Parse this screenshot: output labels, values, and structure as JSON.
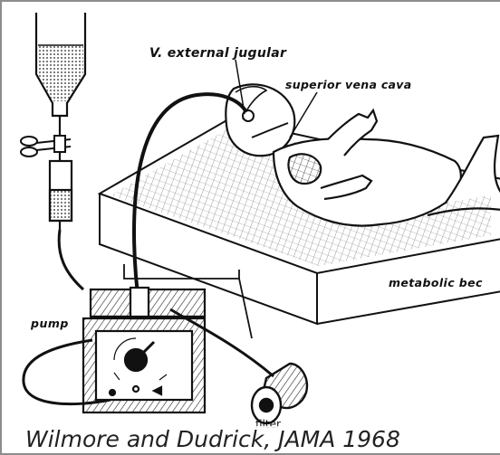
{
  "labels": {
    "external_jugular": "V. external jugular",
    "superior_vena_cava": "superior vena cava",
    "metabolic_bed": "metabolic bec",
    "pump": "pump",
    "filter": "filter"
  },
  "caption": "Wilmore and Dudrick, JAMA 1968",
  "colors": {
    "ink": "#111111",
    "border": "#8c8c8c",
    "background": "#ffffff"
  }
}
